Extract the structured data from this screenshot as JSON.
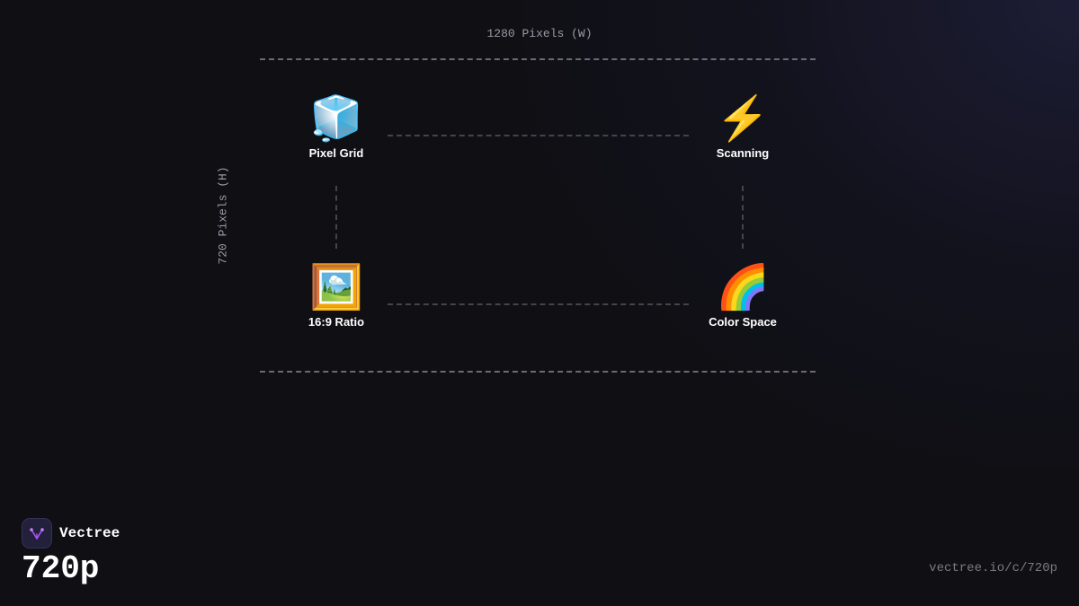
{
  "diagram": {
    "width_label": "1280 Pixels (W)",
    "height_label": "720 Pixels (H)",
    "nodes": [
      {
        "icon": "🧊",
        "icon_name": "ice-cube-icon",
        "label": "Pixel Grid"
      },
      {
        "icon": "⚡",
        "icon_name": "lightning-icon",
        "label": "Scanning"
      },
      {
        "icon": "🖼️",
        "icon_name": "framed-picture-icon",
        "label": "16:9 Ratio"
      },
      {
        "icon": "🌈",
        "icon_name": "rainbow-icon",
        "label": "Color Space"
      }
    ]
  },
  "brand": {
    "name": "Vectree",
    "logo_icon": "vectree-logo-icon",
    "accent": "#a855f7"
  },
  "title": "720p",
  "footer": {
    "url": "vectree.io/c/720p"
  }
}
